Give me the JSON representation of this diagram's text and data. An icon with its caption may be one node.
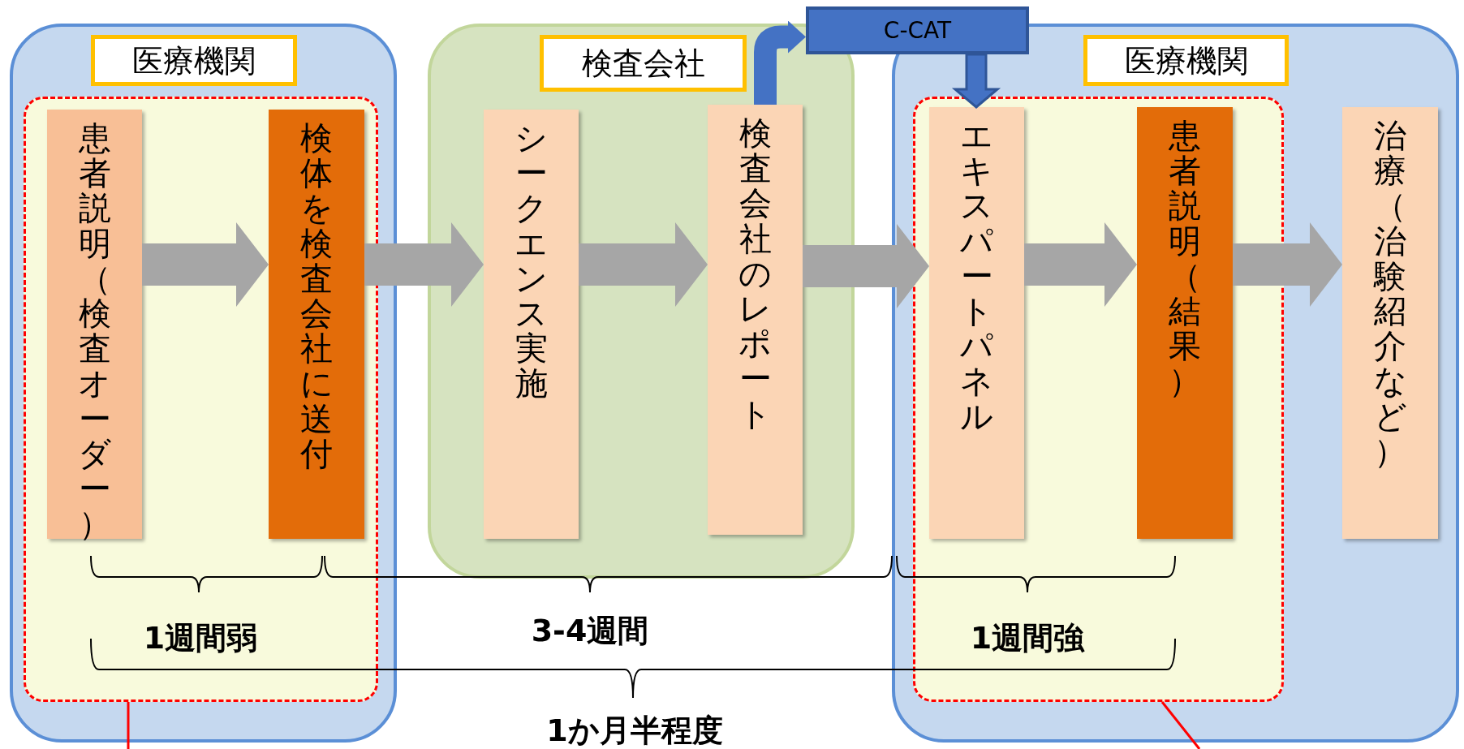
{
  "diagram": {
    "nodes": [
      {
        "text": [
          "医療機関"
        ]
      },
      {
        "text": [],
        "shape": "box",
        "in": 0
      },
      {
        "text": [
          "患者説明（検査オーダー）"
        ],
        "in": 1
      },
      {
        "text": [
          "検体を検査会社に送付"
        ],
        "in": 1
      },
      {
        "text": [
          "検査会社"
        ]
      },
      {
        "text": [
          "シークエンス実施"
        ],
        "in": 4
      },
      {
        "text": [
          "検査会社のレポート"
        ],
        "in": 4
      },
      {
        "text": [
          "C-CAT"
        ]
      },
      {
        "text": [
          "医療機関"
        ]
      },
      {
        "text": [],
        "shape": "box",
        "in": 8
      },
      {
        "text": [
          "エキスパートパネル"
        ],
        "in": 9
      },
      {
        "text": [
          "患者説明（結果）"
        ],
        "in": 9
      },
      {
        "text": [
          "治療（治験紹介など）"
        ],
        "in": 8
      }
    ],
    "edges": [
      {
        "from": 2,
        "to": 3,
        "arrow": "to"
      },
      {
        "from": 3,
        "to": 5,
        "arrow": "to"
      },
      {
        "from": 5,
        "to": 6,
        "arrow": "to"
      },
      {
        "from": 6,
        "to": 10,
        "arrow": "to"
      },
      {
        "from": 10,
        "to": 11,
        "arrow": "to"
      },
      {
        "from": 11,
        "to": 12,
        "arrow": "to"
      },
      {
        "from": 6,
        "to": 7,
        "arrow": "to",
        "style": "thick",
        "color": "#4472c4"
      },
      {
        "from": 7,
        "to": 10,
        "arrow": "to",
        "color": "#4472c4"
      },
      {
        "from": 1,
        "to": null,
        "arrow": "none",
        "color": "#ff0000"
      },
      {
        "from": 9,
        "to": null,
        "arrow": "none",
        "color": "#ff0000"
      }
    ],
    "labels": [
      "1週間弱",
      "3-4週間",
      "1週間強",
      "1か月半程度"
    ]
  }
}
